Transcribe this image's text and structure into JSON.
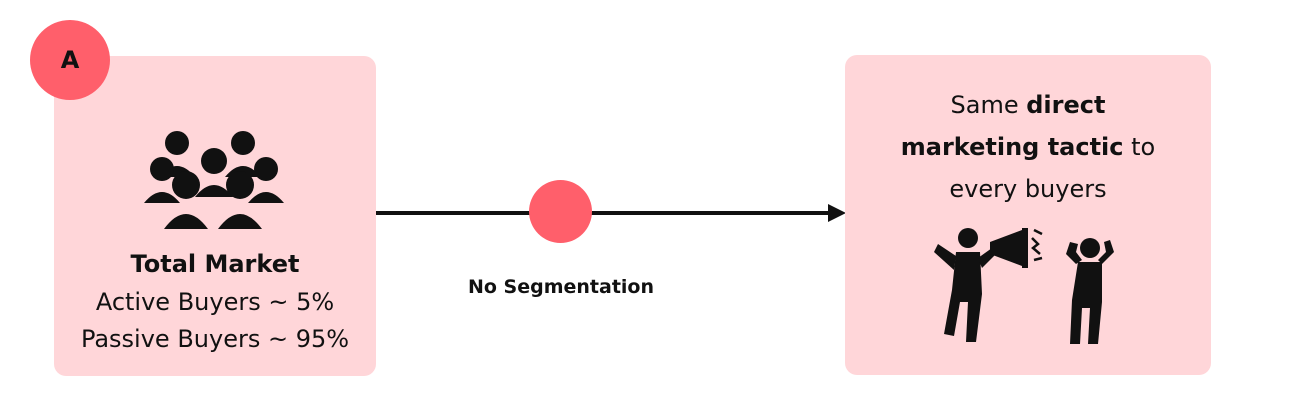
{
  "badge": {
    "label": "A"
  },
  "total_market": {
    "title": "Total Market",
    "line1": "Active Buyers ~ 5%",
    "line2": "Passive Buyers ~ 95%"
  },
  "connector": {
    "label": "No Segmentation"
  },
  "result": {
    "text_pre": "Same ",
    "text_bold1": "direct",
    "text_bold2": "marketing tactic",
    "text_post": " to",
    "text_line3": "every buyers"
  },
  "icons": {
    "group": "people-group-icon",
    "megaphone": "megaphone-shouting-icon"
  },
  "colors": {
    "card": "#ffd6d9",
    "accent": "#ff5f6b",
    "ink": "#111111"
  }
}
